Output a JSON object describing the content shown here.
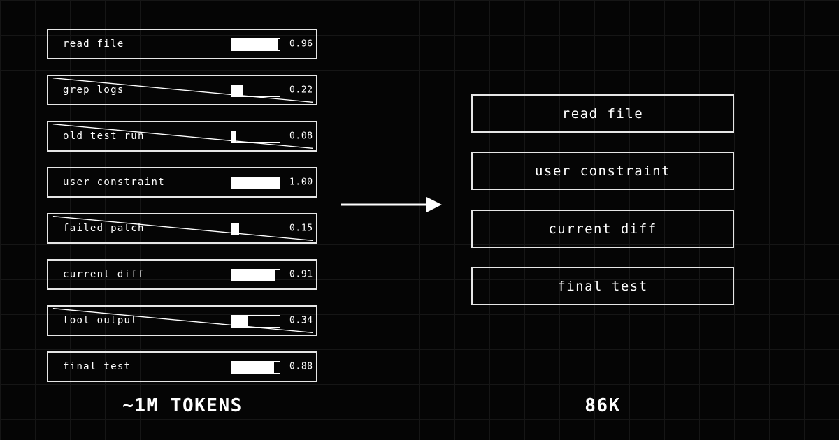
{
  "input_context": {
    "total_label": "~1M TOKENS",
    "items": [
      {
        "label": "read file",
        "score": 0.96,
        "score_text": "0.96",
        "dropped": false
      },
      {
        "label": "grep logs",
        "score": 0.22,
        "score_text": "0.22",
        "dropped": true
      },
      {
        "label": "old test run",
        "score": 0.08,
        "score_text": "0.08",
        "dropped": true
      },
      {
        "label": "user constraint",
        "score": 1.0,
        "score_text": "1.00",
        "dropped": false
      },
      {
        "label": "failed patch",
        "score": 0.15,
        "score_text": "0.15",
        "dropped": true
      },
      {
        "label": "current diff",
        "score": 0.91,
        "score_text": "0.91",
        "dropped": false
      },
      {
        "label": "tool output",
        "score": 0.34,
        "score_text": "0.34",
        "dropped": true
      },
      {
        "label": "final test",
        "score": 0.88,
        "score_text": "0.88",
        "dropped": false
      }
    ]
  },
  "output_context": {
    "total_label": "86K",
    "items": [
      {
        "label": "read file"
      },
      {
        "label": "user constraint"
      },
      {
        "label": "current diff"
      },
      {
        "label": "final test"
      }
    ]
  },
  "colors": {
    "background": "#050505",
    "grid": "#161616",
    "foreground": "#ffffff",
    "border": "#e6e6e6"
  },
  "icons": {
    "arrow": "arrow-right-icon",
    "strike": "strikethrough-line-icon"
  }
}
